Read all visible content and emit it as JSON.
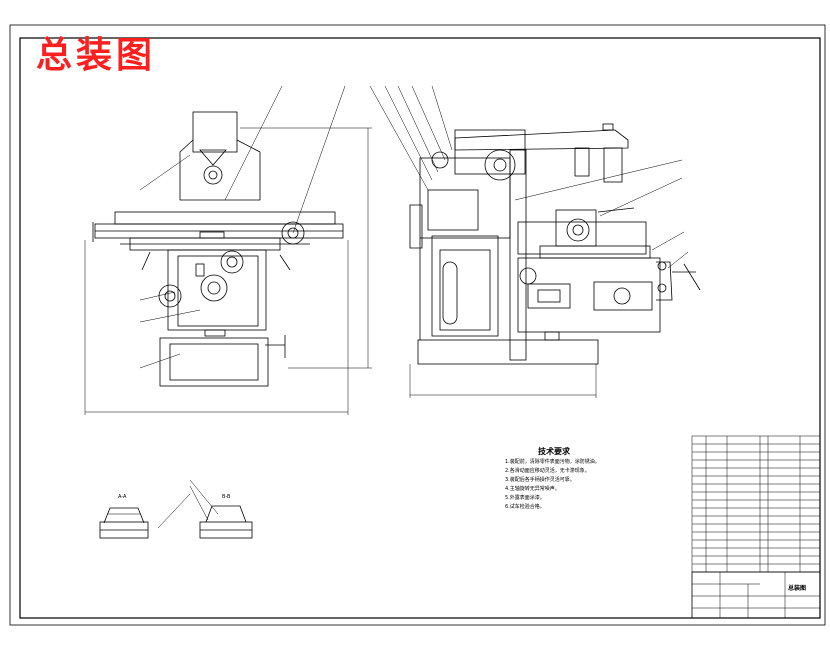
{
  "drawing": {
    "title": "总装图",
    "technical_requirements_title": "技术要求",
    "technical_requirements": [
      "1.装配前，清除零件表面污物，涂防锈油。",
      "2.各滑动面应移动灵活，无卡滞现象。",
      "3.装配后各手柄操作灵活可靠。",
      "4.主轴旋转无异常噪声。",
      "5.外露表面涂漆。",
      "6.试车检验合格。"
    ],
    "section_labels": [
      "A-A",
      "B-B"
    ],
    "title_block_name": "总装图"
  },
  "colors": {
    "line": "#000000",
    "title": "#ff1f1f",
    "paper": "#ffffff"
  }
}
